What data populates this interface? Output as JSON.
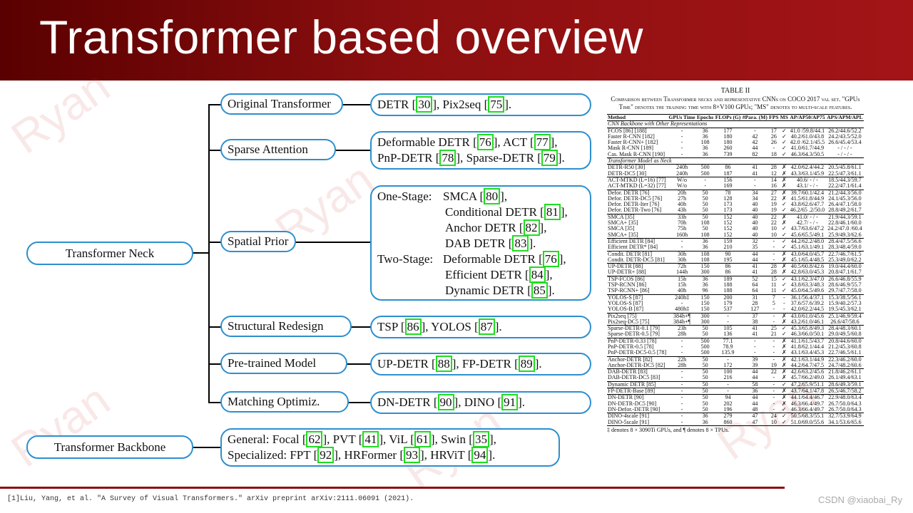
{
  "title": "Transformer based overview",
  "tree": {
    "root_neck": "Transformer Neck",
    "root_backbone": "Transformer Backbone",
    "categories": [
      "Original Transformer",
      "Sparse Attention",
      "Spatial Prior",
      "Structural Redesign",
      "Pre-trained Model",
      "Matching Optimiz."
    ],
    "original": [
      {
        "name": "DETR",
        "ref": "30"
      },
      {
        "name": "Pix2seq",
        "ref": "75"
      }
    ],
    "sparse_l1": [
      {
        "name": "Deformable DETR",
        "ref": "76"
      },
      {
        "name": "ACT",
        "ref": "77"
      }
    ],
    "sparse_l2": [
      {
        "name": "PnP-DETR",
        "ref": "78"
      },
      {
        "name": "Sparse-DETR",
        "ref": "79"
      }
    ],
    "spatial": {
      "one_stage_label": "One-Stage:",
      "one_stage": [
        {
          "name": "SMCA",
          "ref": "80"
        },
        {
          "name": "Conditional DETR",
          "ref": "81"
        },
        {
          "name": "Anchor DETR",
          "ref": "82"
        },
        {
          "name": "DAB DETR",
          "ref": "83"
        }
      ],
      "two_stage_label": "Two-Stage:",
      "two_stage": [
        {
          "name": "Deformable DETR",
          "ref": "76"
        },
        {
          "name": "Efficient DETR",
          "ref": "84"
        },
        {
          "name": "Dynamic DETR",
          "ref": "85"
        }
      ]
    },
    "structural": [
      {
        "name": "TSP",
        "ref": "86"
      },
      {
        "name": "YOLOS",
        "ref": "87"
      }
    ],
    "pretrained": [
      {
        "name": "UP-DETR",
        "ref": "88"
      },
      {
        "name": "FP-DETR",
        "ref": "89"
      }
    ],
    "matching": [
      {
        "name": "DN-DETR",
        "ref": "90"
      },
      {
        "name": "DINO",
        "ref": "91"
      }
    ],
    "backbone": {
      "general_label": "General:",
      "general": [
        {
          "name": "Focal",
          "ref": "62"
        },
        {
          "name": "PVT",
          "ref": "41"
        },
        {
          "name": "ViL",
          "ref": "61"
        },
        {
          "name": "Swin",
          "ref": "35"
        }
      ],
      "special_label": "Specialized:",
      "special": [
        {
          "name": "FPT",
          "ref": "92"
        },
        {
          "name": "HRFormer",
          "ref": "93"
        },
        {
          "name": "HRViT",
          "ref": "94"
        }
      ]
    }
  },
  "table": {
    "label": "TABLE II",
    "caption": "Comparison between Transformer necks and representative CNNs on COCO 2017 val set. \"GPUs Time\" denotes the training time with 8×V100 GPUs; \"MS\" denotes to multi-scale features.",
    "headers": [
      "Method",
      "GPUs Time",
      "Epochs",
      "FLOPs (G)",
      "#Para. (M)",
      "FPS",
      "MS",
      "AP/AP50/AP75",
      "APS/APM/APL"
    ],
    "sec_cnn": "CNN Backbone with Other Representations",
    "sec_tr": "Transformer Model as Neck",
    "rows": [
      [
        "FCOS [86] [188]",
        "-",
        "36",
        "177",
        "-",
        "17",
        "✓",
        "41.0 /59.8/44.1",
        "26.2/44.6/52.2"
      ],
      [
        "Faster R-CNN [182]",
        "-",
        "36",
        "180",
        "42",
        "26",
        "✓",
        "40.2/61.0/43.8",
        "24.2/43.5/52.0"
      ],
      [
        "Faster R-CNN+ [182]",
        "-",
        "108",
        "180",
        "42",
        "26",
        "✓",
        "42.0 /62.1/45.5",
        "26.6/45.4/53.4"
      ],
      [
        "Mask R-CNN [189]",
        "-",
        "36",
        "260",
        "44",
        "-",
        "✓",
        "41.0/61.7/44.9",
        "- / - / -"
      ],
      [
        "Cas. Mask R-CNN [190]",
        "-",
        "36",
        "739",
        "82",
        "18",
        "✓",
        "46.3/64.3/50.5",
        "- / - / -"
      ],
      [
        "DETR-R50 [30]",
        "240h",
        "500",
        "86",
        "41",
        "28",
        "✗",
        "42.0/62.4/44.2",
        "20.5/45.8/61.1"
      ],
      [
        "DETR-DC5 [30]",
        "240h",
        "500",
        "187",
        "41",
        "12",
        "✗",
        "43.3/63.1/45.9",
        "22.5/47.3/61.1"
      ],
      [
        "ACT-MTKD (L=16) [77]",
        "W/o",
        "-",
        "156",
        "-",
        "14",
        "✗",
        "40.6/ - / -",
        "18.5/44.3/59.7"
      ],
      [
        "ACT-MTKD (L=32) [77]",
        "W/o",
        "-",
        "169",
        "-",
        "16",
        "✗",
        "43.1/ - / -",
        "22.2/47.1/61.4"
      ],
      [
        "Defor. DETR [76]",
        "20h",
        "50",
        "78",
        "34",
        "27",
        "✗",
        "39.7/60.1/42.4",
        "21.2/44.3/56.0"
      ],
      [
        "Defor. DETR-DC5 [76]",
        "27h",
        "50",
        "128",
        "34",
        "22",
        "✗",
        "41.5/61.8/44.9",
        "24.1/45.3/56.0"
      ],
      [
        "Defor. DETR-Iter [76]",
        "40h",
        "50",
        "173",
        "40",
        "19",
        "✓",
        "43.8/62.6/47.7",
        "26.4/47.1/58.0"
      ],
      [
        "Defor. DETR-Two [76]",
        "43h",
        "50",
        "173",
        "40",
        "19",
        "✓",
        "46.2/65 .2/50.0",
        "28.8/49.2/61.7"
      ],
      [
        "SMCA [35]",
        "33h",
        "50",
        "152",
        "40",
        "22",
        "✗",
        "41.0/ - / -",
        "21.9/44.3/59.1"
      ],
      [
        "SMCA+ [35]",
        "70h",
        "108",
        "152",
        "40",
        "22",
        "✗",
        "42.7/ - / -",
        "22.8/46.1/60.0"
      ],
      [
        "SMCA [35]",
        "75h",
        "50",
        "152",
        "40",
        "10",
        "✓",
        "43.7/63.6/47.2",
        "24.2/47.0 /60.4"
      ],
      [
        "SMCA+ [35]",
        "160h",
        "108",
        "152",
        "40",
        "10",
        "✓",
        "45.6/65.5/49.1",
        "25.9/49.3/62.6"
      ],
      [
        "Efficient DETR [84]",
        "-",
        "36",
        "159",
        "32",
        "-",
        "✓",
        "44.2/62.2/48.0",
        "28.4/47.5/56.6"
      ],
      [
        "Efficient DETR* [84]",
        "-",
        "36",
        "210",
        "35",
        "-",
        "✓",
        "45.1/63.1/49.1",
        "28.3/48.4/59.0"
      ],
      [
        "Condit. DETR [81]",
        "30h",
        "108",
        "90",
        "44",
        "-",
        "✗",
        "43.0/64.0/45.7",
        "22.7/46.7/61.5"
      ],
      [
        "Condit. DETR-DC5 [81]",
        "30h",
        "108",
        "195",
        "44",
        "-",
        "✗",
        "45.1/65.4/48.5",
        "25.3/49.0/62.2"
      ],
      [
        "UP-DETR [88]",
        "72h",
        "150",
        "86",
        "41",
        "28",
        "✗",
        "40.5/60.8/42.6",
        "19.0/44.4/60.0"
      ],
      [
        "UP-DETR+ [88]",
        "144h",
        "300",
        "86",
        "41",
        "28",
        "✗",
        "42.8/63.0/45.3",
        "20.8/47.1/61.7"
      ],
      [
        "TSP-FCOS [86]",
        "15h",
        "36",
        "189",
        "52",
        "15",
        "✓",
        "43.1/62.3/47.0",
        "26.6/46.8/55.9"
      ],
      [
        "TSP-RCNN [86]",
        "15h",
        "36",
        "188",
        "64",
        "11",
        "✓",
        "43.8/63.3/48.3",
        "28.6/46.9/55.7"
      ],
      [
        "TSP-RCNN+ [86]",
        "40h",
        "96",
        "188",
        "64",
        "11",
        "✓",
        "45.0/64.5/49.6",
        "29.7/47.7/58.0"
      ],
      [
        "YOLOS-S [87]",
        "240h‡",
        "150",
        "200",
        "31",
        "7",
        "-",
        "36.1/56.4/37.1",
        "15.3/38.5/56.1"
      ],
      [
        "YOLOS-S [87]",
        "-",
        "150",
        "179",
        "28",
        "5",
        "-",
        "37.6/57.6/39.2",
        "15.9/40.2/57.3"
      ],
      [
        "YOLOS-B [87]",
        "480h‡",
        "150",
        "537",
        "127",
        "-",
        "-",
        "42.0/62.2/44.5",
        "19.5/45.3/62.1"
      ],
      [
        "Pix2seq [75]",
        "384h+¶",
        "300",
        "-",
        "37",
        "-",
        "✗",
        "43.0/61.0/45.6",
        "25.1/46.9/59.4"
      ],
      [
        "Pix2seq-DC5 [75]",
        "384h+¶",
        "300",
        "-",
        "38",
        "-",
        "✗",
        "43.2/61.0/46.1",
        "26.6/47/58.6"
      ],
      [
        "Sparse-DETR-0.1 [79]",
        "23h",
        "50",
        "105",
        "41",
        "25",
        "✓",
        "45.3/65.8/49.3",
        "28.4/48.3/60.1"
      ],
      [
        "Sparse-DETR-0.5 [79]",
        "28h",
        "50",
        "136",
        "41",
        "21",
        "✓",
        "46.3/66.0/50.1",
        "29.0/49.5/60.8"
      ],
      [
        "PnP-DETR-0.33 [78]",
        "-",
        "500",
        "77.1",
        "-",
        "-",
        "✗",
        "41.1/61.5/43.7",
        "20.8/44.6/60.0"
      ],
      [
        "PnP-DETR-0.5 [78]",
        "-",
        "500",
        "78.9",
        "-",
        "-",
        "✗",
        "41.8/62.1/44.4",
        "21.2/45.3/60.8"
      ],
      [
        "PnP-DETR-DC5-0.5 [78]",
        "-",
        "500",
        "135.9",
        "-",
        "-",
        "✗",
        "43.1/63.4/45.3",
        "22.7/46.5/61.1"
      ],
      [
        "Anchor-DETR [82]",
        "22h",
        "50",
        "-",
        "39",
        "-",
        "✗",
        "42.1/63.1/44.9",
        "22.3/46.2/60.0"
      ],
      [
        "Anchor-DETR-DC5 [82]",
        "28h",
        "50",
        "172",
        "39",
        "19",
        "✗",
        "44.2/64.7/47.5",
        "24.7/48.2/60.6"
      ],
      [
        "DAB-DETR [83]",
        "-",
        "50",
        "100",
        "44",
        "22",
        "✗",
        "42.6/63.2/45.6",
        "21.8/46.2/61.1"
      ],
      [
        "DAB-DETR-DC5 [83]",
        "-",
        "50",
        "216",
        "44",
        "-",
        "✗",
        "45.7/66.2/49.0",
        "26.1/49.4/63.1"
      ],
      [
        "Dynamic DETR [85]",
        "-",
        "50",
        "-",
        "58",
        "-",
        "✓",
        "47.2/65.9/51.1",
        "28.6/49.3/59.1"
      ],
      [
        "FP-DETR-Base [89]",
        "-",
        "50",
        "-",
        "36",
        "-",
        "✗",
        "43.7/64.1/47.8",
        "26.5/46.7/58.2"
      ],
      [
        "DN-DETR [90]",
        "-",
        "50",
        "94",
        "44",
        "-",
        "✗",
        "44.1/64.4/46.7",
        "22.9/48.0/63.4"
      ],
      [
        "DN-DETR-DC5 [90]",
        "-",
        "50",
        "202",
        "44",
        "-",
        "✗",
        "46.3/66.4/49.7",
        "26.7/50.0/64.3"
      ],
      [
        "DN-Defor.-DETR [90]",
        "-",
        "50",
        "196",
        "48",
        "-",
        "✓",
        "46.3/66.4/49.7",
        "26.7/50.0/64.3"
      ],
      [
        "DINO-4scale [91]",
        "-",
        "36",
        "279",
        "47",
        "24",
        "✓",
        "50.5/68.3/55.1",
        "32.7/53.9/64.9"
      ],
      [
        "DINO-5scale [91]",
        "-",
        "36",
        "860",
        "47",
        "10",
        "✓",
        "51.0/69.0/55.6",
        "34.1/53.6/65.6"
      ]
    ],
    "group_starts": [
      5,
      7,
      9,
      13,
      17,
      19,
      21,
      23,
      26,
      29,
      31,
      33,
      36,
      38,
      40,
      41,
      42,
      45
    ],
    "footnote": "‡ denotes 8 × 3090Ti GPUs, and ¶ denotes 8 × TPUs."
  },
  "footer": {
    "citation": "[1]Liu, Yang, et al. \"A Survey of Visual Transformers.\" arXiv preprint arXiv:2111.06091 (2021).",
    "credit": "CSDN @xiaobai_Ry"
  },
  "watermark": "Ryan",
  "colors": {
    "header": "#8c0f10",
    "box_border": "#2d8fce",
    "ref_highlight": "#1fdc1f"
  }
}
